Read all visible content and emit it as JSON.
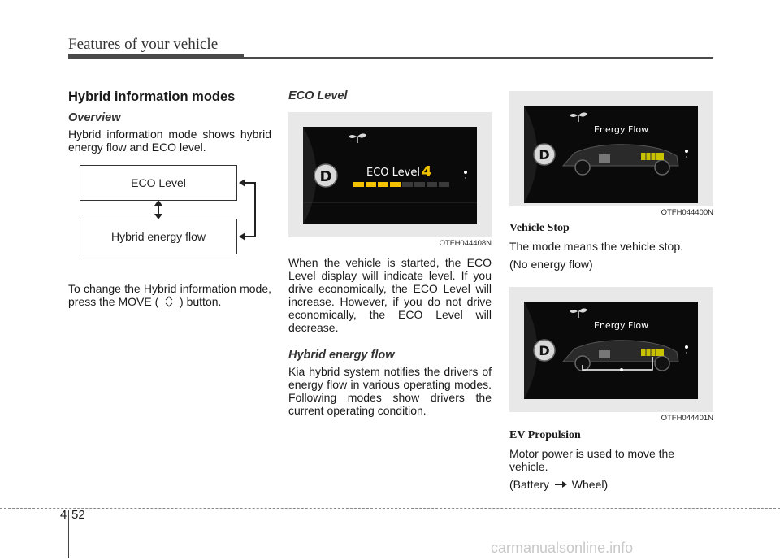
{
  "header": {
    "title": "Features of your vehicle"
  },
  "col1": {
    "heading": "Hybrid information modes",
    "subheading": "Overview",
    "intro": "Hybrid information mode shows hybrid energy flow and ECO level.",
    "diagram": {
      "box_top": "ECO Level",
      "box_bottom": "Hybrid energy flow"
    },
    "instruction_before": "To change the Hybrid information mode, press the MOVE (",
    "instruction_after": ") button."
  },
  "col2": {
    "heading": "ECO Level",
    "figure": {
      "screen_title": "ECO Level",
      "screen_value": "4",
      "gear": "D",
      "level_filled": 4,
      "level_total": 8,
      "id": "OTFH044408N"
    },
    "para1": "When the vehicle is started, the ECO Level display will indicate level. If you drive economically, the ECO Level will increase. However, if you do not drive economically, the ECO Level will decrease.",
    "subheading": "Hybrid energy flow",
    "para2": "Kia hybrid system notifies the drivers of energy flow in various operating modes. Following modes show drivers the current operating condition."
  },
  "col3": {
    "figure1": {
      "screen_title": "Energy Flow",
      "gear": "D",
      "id": "OTFH044400N"
    },
    "caption1": "Vehicle Stop",
    "text1": "The mode means the vehicle stop.",
    "text1b": "(No energy flow)",
    "figure2": {
      "screen_title": "Energy Flow",
      "gear": "D",
      "id": "OTFH044401N"
    },
    "caption2": "EV Propulsion",
    "text2": "Motor power is used to move the vehicle.",
    "text2b_before": "(Battery",
    "text2b_after": "Wheel)"
  },
  "footer": {
    "section": "4",
    "page": "52",
    "watermark": "carmanualsonline.info"
  },
  "colors": {
    "eco_accent": "#f2c200",
    "screen_bg": "#000000",
    "figure_bg": "#e8e8e8"
  },
  "icons": [
    "leaf-icon",
    "move-up-down-icon",
    "arrow-right-icon",
    "gear-d-icon",
    "car-silhouette-icon",
    "battery-icon"
  ]
}
